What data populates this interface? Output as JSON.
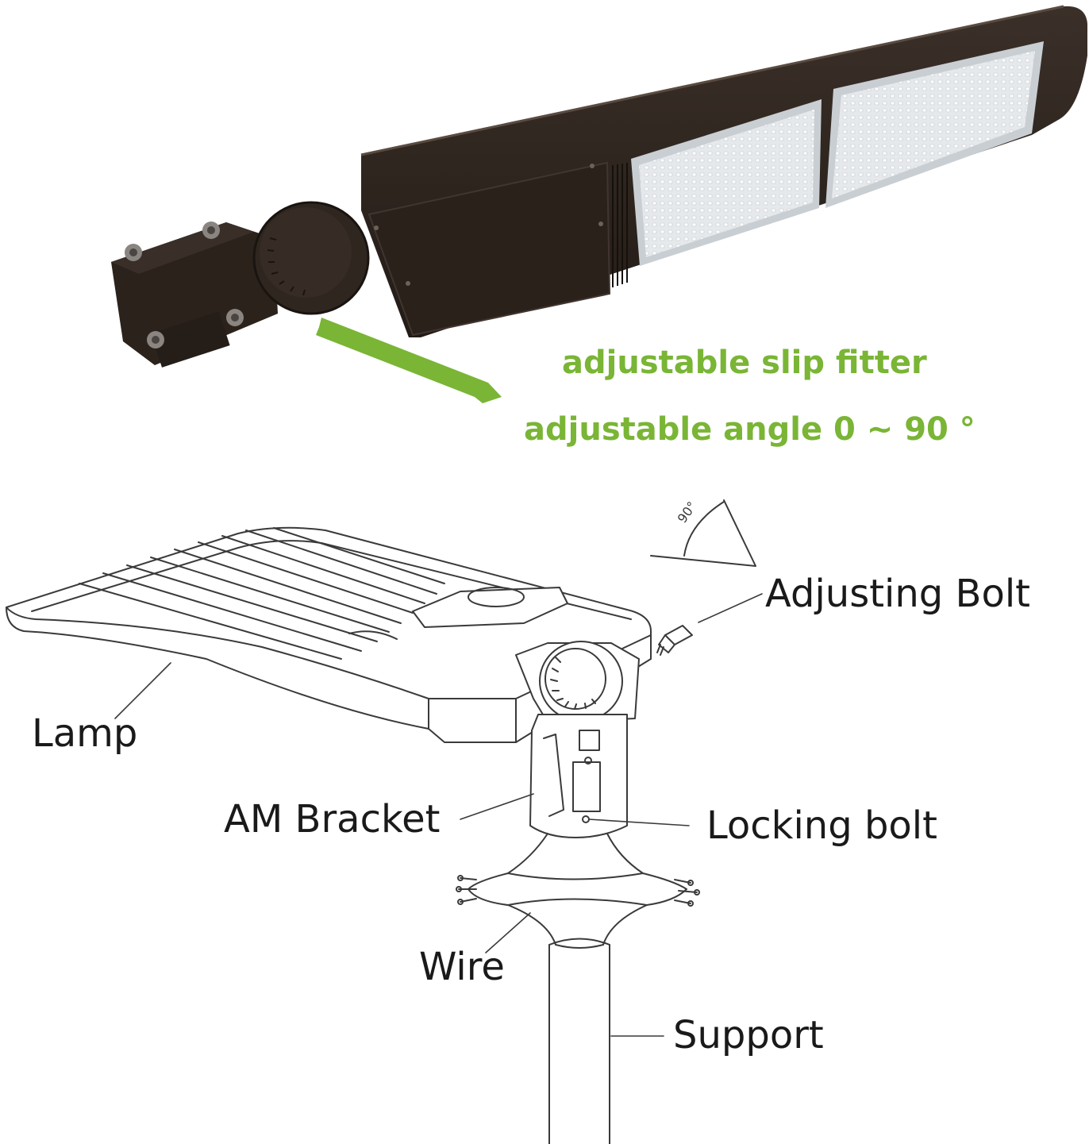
{
  "callouts": {
    "line1": "adjustable slip fitter",
    "line2": "adjustable angle 0 ~ 90 °",
    "color": "#7ab536"
  },
  "diagram": {
    "angle_mark": "90°",
    "labels": {
      "adjusting_bolt": "Adjusting Bolt",
      "lamp": "Lamp",
      "am_bracket": "AM Bracket",
      "locking_bolt": "Locking bolt",
      "wire": "Wire",
      "support": "Support"
    }
  },
  "colors": {
    "housing": "#2e241e",
    "led_panel": "#e9ecef",
    "line_art": "#3a3a3a"
  }
}
